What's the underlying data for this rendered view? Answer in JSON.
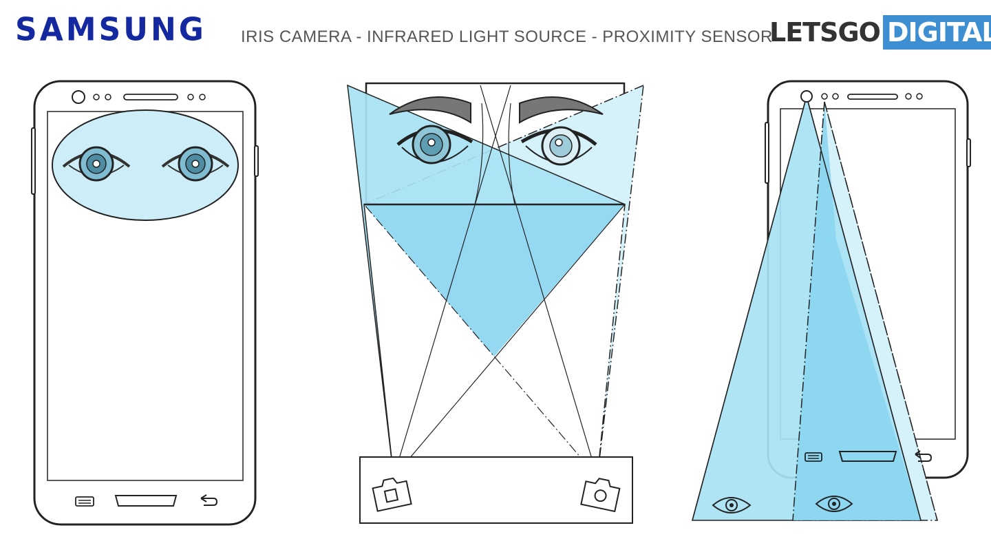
{
  "header": {
    "samsung_logo": "SAMSUNG",
    "caption": "IRIS CAMERA - INFRARED LIGHT SOURCE - PROXIMITY SENSOR",
    "letsgo_part": "LETSGO",
    "digital_part": "DIGITAL"
  },
  "colors": {
    "samsung_blue": "#1428a0",
    "digital_blue": "#3d8fd1",
    "beam_light": "#cdeef8",
    "beam_mid": "#a6e0f3",
    "beam_dark": "#86d5ef",
    "outline": "#222222"
  },
  "figures": {
    "left": "phone-front-with-eye-region",
    "middle": "dual-camera-beam-overlap",
    "right": "phone-side-beams-with-eyes"
  }
}
